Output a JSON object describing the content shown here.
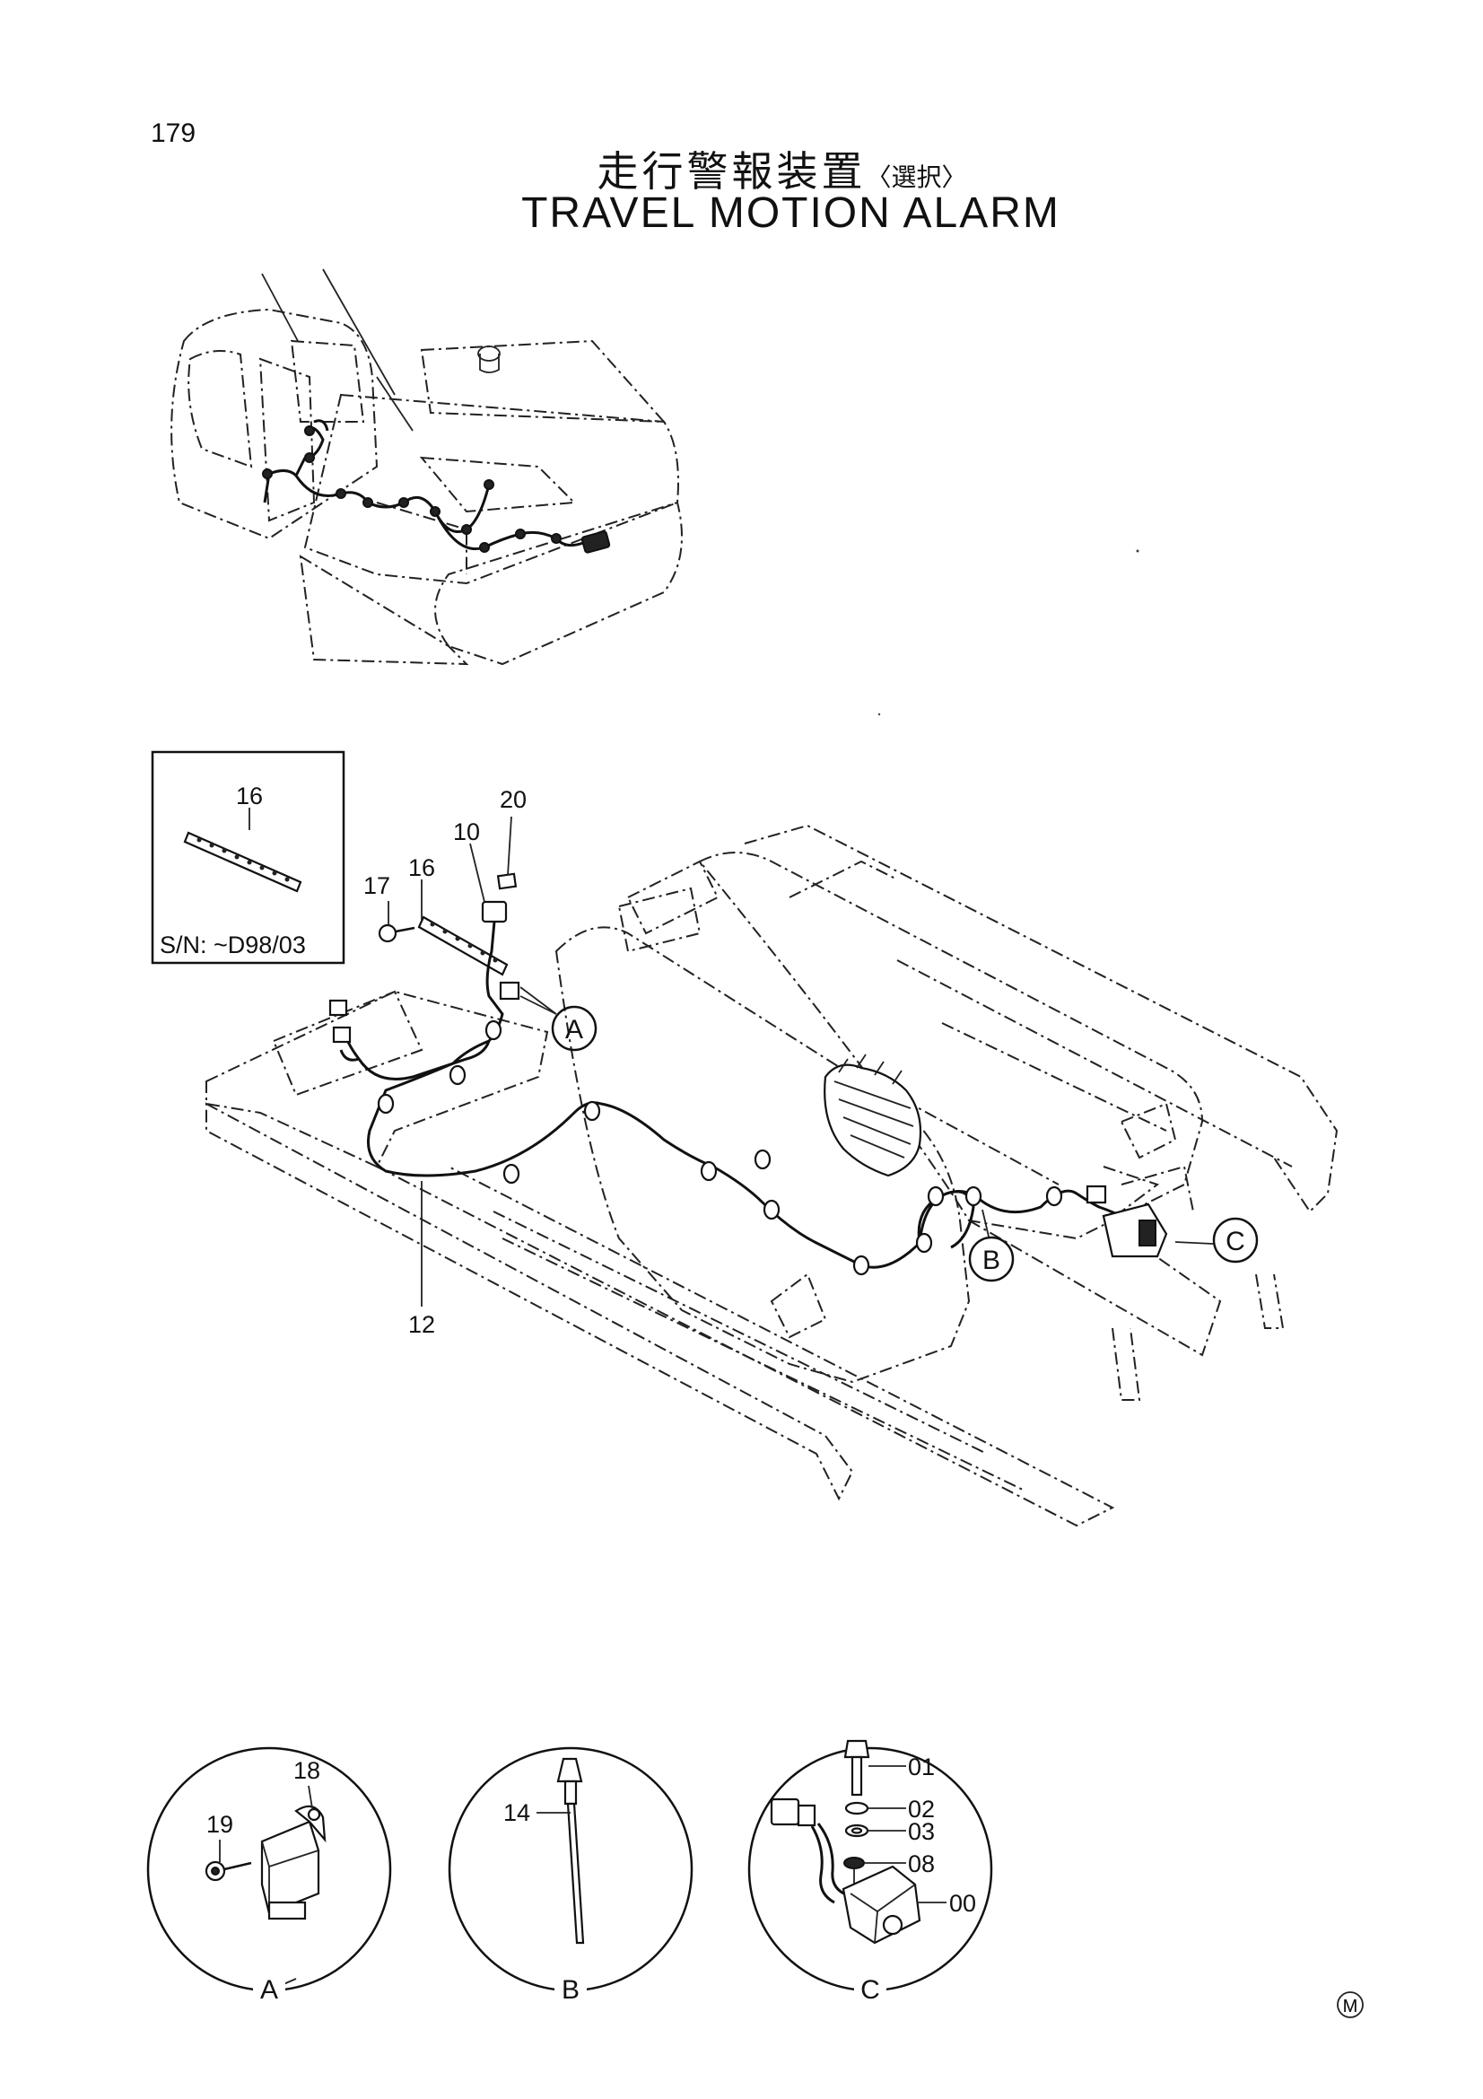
{
  "page": {
    "number": "179",
    "title_jp": "走行警報装置",
    "title_jp_sub": "〈選択〉",
    "title_en": "TRAVEL MOTION ALARM",
    "brand_mark": "M"
  },
  "inset": {
    "part_label": "16",
    "serial_note": "S/N:  ~D98/03"
  },
  "callouts": {
    "p10": "10",
    "p12": "12",
    "p16": "16",
    "p17": "17",
    "p20": "20",
    "ref_a": "A",
    "ref_b": "B",
    "ref_c": "C"
  },
  "detail_a": {
    "letter": "A",
    "p18": "18",
    "p19": "19"
  },
  "detail_b": {
    "letter": "B",
    "p14": "14"
  },
  "detail_c": {
    "letter": "C",
    "p01": "01",
    "p02": "02",
    "p03": "03",
    "p08": "08",
    "p00": "00"
  }
}
